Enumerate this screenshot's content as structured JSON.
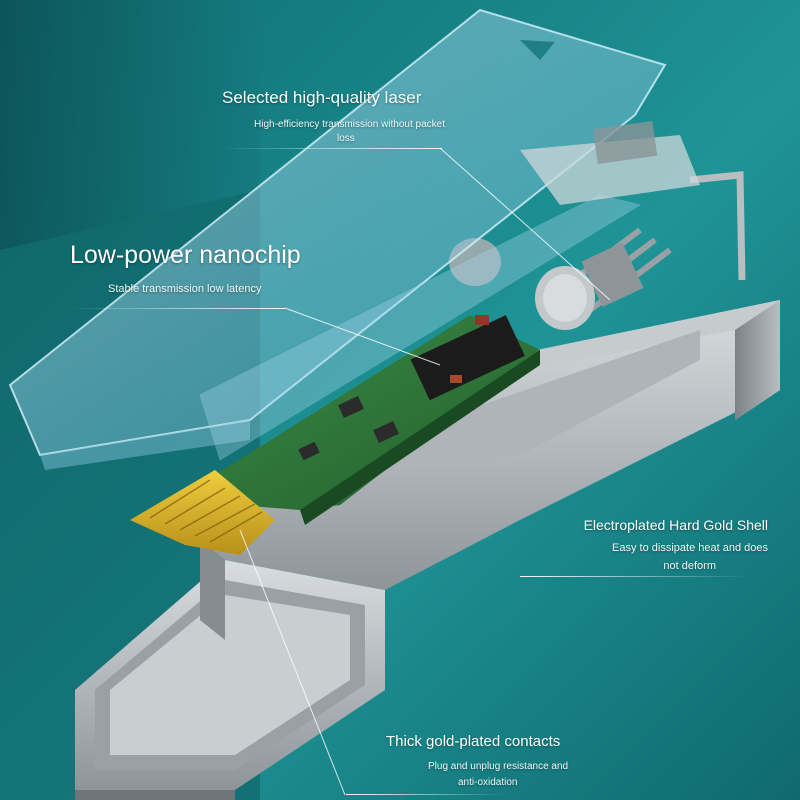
{
  "colors": {
    "background_teal": "#1e8a8d",
    "background_deep": "#0d5a5e",
    "pcb_green": "#2f7a3b",
    "gold": "#d6b127",
    "shell_metal": "#b8bdbf",
    "glass": "#9fd3e8"
  },
  "callouts": {
    "laser": {
      "title": "Selected high-quality laser",
      "desc_line1": "High-efficiency transmission without packet",
      "desc_line2": "loss"
    },
    "chip": {
      "title": "Low-power nanochip",
      "desc": "Stable transmission low latency"
    },
    "shell": {
      "title": "Electroplated Hard Gold Shell",
      "desc_line1": "Easy to dissipate heat and does",
      "desc_line2": "not deform"
    },
    "contacts": {
      "title": "Thick gold-plated contacts",
      "desc_line1": "Plug and unplug resistance and",
      "desc_line2": "anti-oxidation"
    }
  }
}
